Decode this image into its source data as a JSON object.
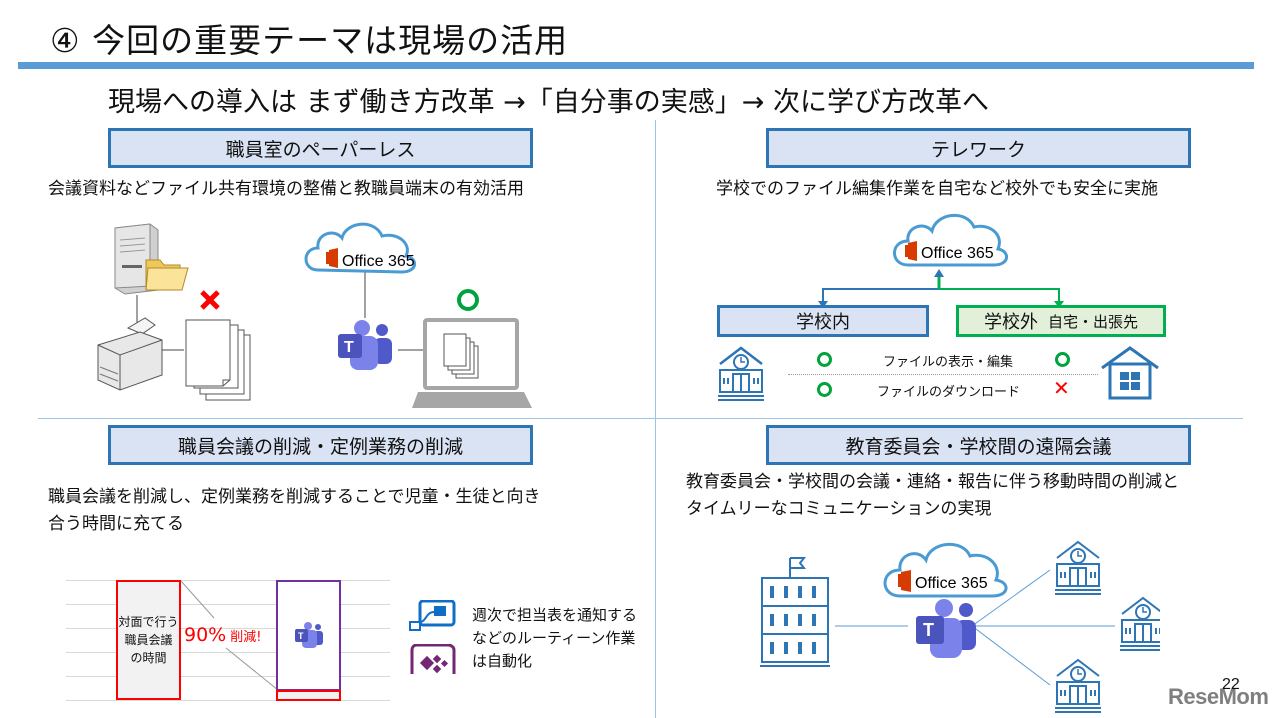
{
  "slide": {
    "title": "④ 今回の重要テーマは現場の活用",
    "subtitle": "現場への導入は まず働き方改革 →「自分事の実感」→ 次に学び方改革へ",
    "page_number": "22",
    "watermark": "ReseMom",
    "accent_color": "#5b9bd5"
  },
  "sections": {
    "paperless": {
      "title": "職員室のペーパーレス",
      "description": "会議資料などファイル共有環境の整備と教職員端末の有効活用",
      "cloud_label": "Office 365",
      "old_way_status": "ng",
      "new_way_status": "ok"
    },
    "telework": {
      "title": "テレワーク",
      "description": "学校でのファイル編集作業を自宅など校外でも安全に実施",
      "cloud_label": "Office 365",
      "inside_label": "学校内",
      "outside_label": "学校外",
      "outside_sub": "自宅・出張先",
      "features": [
        {
          "label": "ファイルの表示・編集",
          "inside": "ok",
          "outside": "ok"
        },
        {
          "label": "ファイルのダウンロード",
          "inside": "ok",
          "outside": "ng"
        }
      ]
    },
    "meetings": {
      "title": "職員会議の削減・定例業務の削減",
      "description_line1": "職員会議を削減し、定例業務を削減することで児童・生徒と向き",
      "description_line2": "合う時間に充てる",
      "bar_label_line1": "対面で行う",
      "bar_label_line2": "職員会議",
      "bar_label_line3": "の時間",
      "reduction_pct": "90%",
      "reduction_label": "削減!",
      "automation_text": "週次で担当表を通知するなどのルーティーン作業は自動化"
    },
    "remote": {
      "title": "教育委員会・学校間の遠隔会議",
      "description_line1": "教育委員会・学校間の会議・連絡・報告に伴う移動時間の削減と",
      "description_line2": "タイムリーなコミュニケーションの実現",
      "cloud_label": "Office 365"
    }
  },
  "chart_data": {
    "type": "bar",
    "title": "",
    "categories": [
      "対面で行う職員会議の時間",
      "Teams"
    ],
    "values": [
      100,
      10
    ],
    "annotation": "90% 削減!",
    "xlabel": "",
    "ylabel": "",
    "ylim": [
      0,
      100
    ],
    "grid": true
  }
}
